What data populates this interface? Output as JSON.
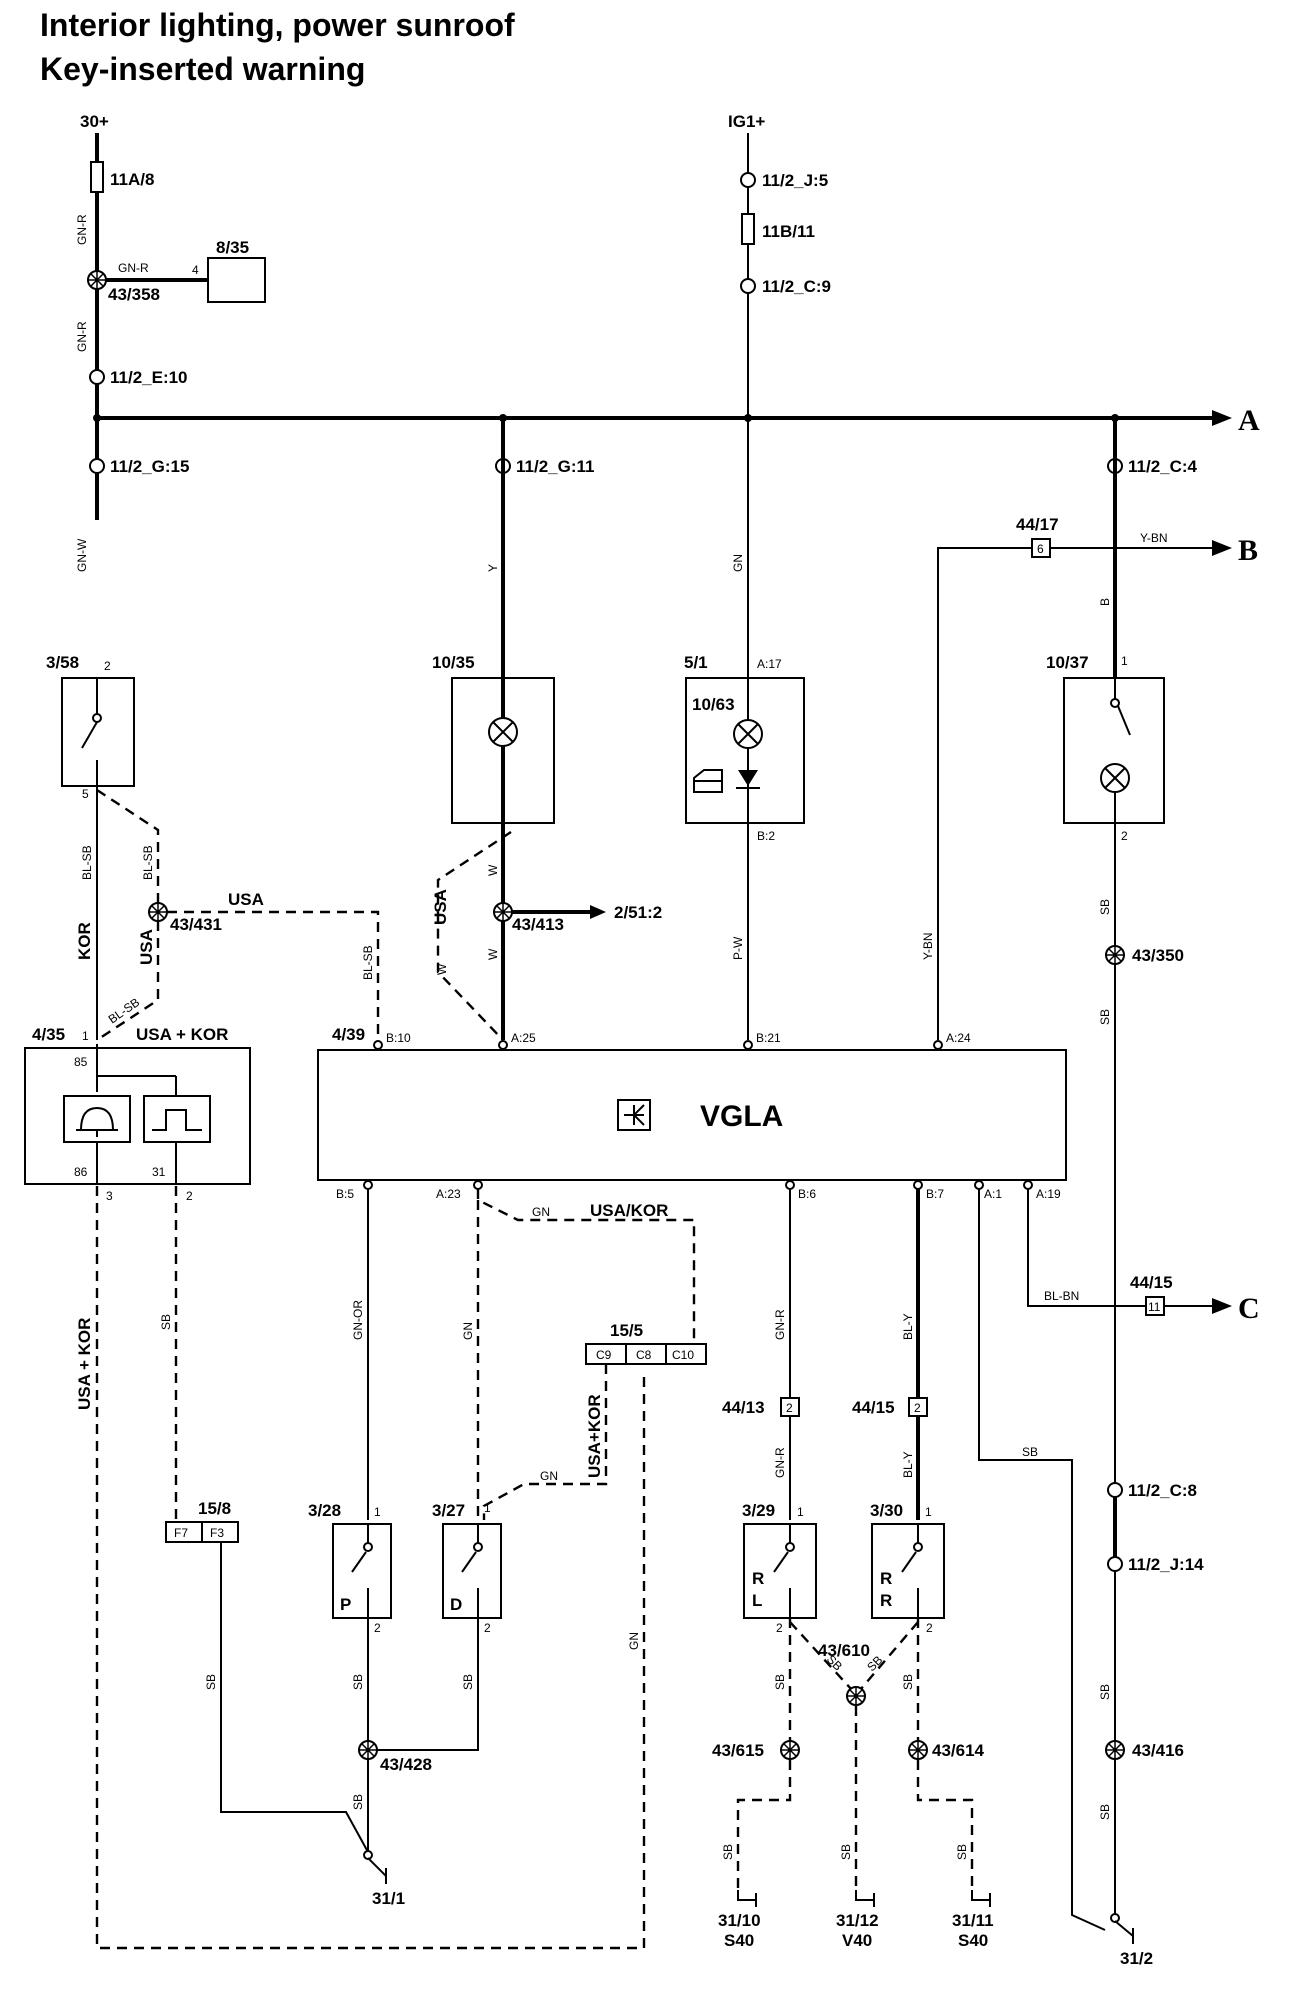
{
  "title": {
    "line1": "Interior lighting, power sunroof",
    "line2": "Key-inserted warning"
  },
  "supplies": {
    "battery": "30+",
    "ignition": "IG1+"
  },
  "fuses": {
    "f1": "11A/8",
    "f2": "11B/11"
  },
  "connectors": {
    "c_j5": "11/2_J:5",
    "c_c9": "11/2_C:9",
    "c_e10": "11/2_E:10",
    "c_g15": "11/2_G:15",
    "c_g11": "11/2_G:11",
    "c_c4": "11/2_C:4",
    "c_c8": "11/2_C:8",
    "c_j14": "11/2_J:14",
    "c_44_17": "44/17",
    "c_44_17_pin": "6",
    "c_44_15a": "44/15",
    "c_44_15a_pin": "11",
    "c_44_13": "44/13",
    "c_44_13_pin": "2",
    "c_44_15b": "44/15",
    "c_44_15b_pin": "2",
    "c_15_5": "15/5",
    "c_15_5_pins": [
      "C9",
      "C8",
      "C10"
    ],
    "c_15_8": "15/8",
    "c_15_8_pins": [
      "F7",
      "F3"
    ]
  },
  "splices": {
    "s358": "43/358",
    "s431": "43/431",
    "s413": "43/413",
    "s350": "43/350",
    "s428": "43/428",
    "s610": "43/610",
    "s615": "43/615",
    "s614": "43/614",
    "s416": "43/416"
  },
  "components": {
    "c8_35": "8/35",
    "c3_58": "3/58",
    "c10_35": "10/35",
    "c5_1": "5/1",
    "c10_63": "10/63",
    "c10_37": "10/37",
    "c4_35": "4/35",
    "c4_35_tag": "USA + KOR",
    "c4_39": "4/39",
    "c3_28": "3/28",
    "c3_27": "3/27",
    "c3_29": "3/29",
    "c3_30": "3/30",
    "module_name": "VGLA",
    "sw_p": "P",
    "sw_d": "D",
    "sw_rl1": "R",
    "sw_rl2": "L",
    "sw_rr1": "R",
    "sw_rr2": "R"
  },
  "grounds": {
    "g31_1": "31/1",
    "g31_10": "31/10",
    "g31_10_sub": "S40",
    "g31_12": "31/12",
    "g31_12_sub": "V40",
    "g31_11": "31/11",
    "g31_11_sub": "S40",
    "g31_2": "31/2"
  },
  "references": {
    "a": "A",
    "b": "B",
    "c": "C",
    "ref_2_51_2": "2/51:2"
  },
  "wire_colors": {
    "gnr1": "GN-R",
    "gnr2": "GN-R",
    "gnr3": "GN-R",
    "gnw": "GN-W",
    "y": "Y",
    "gn_ig": "GN",
    "b": "B",
    "ybn_h": "Y-BN",
    "ybn_v": "Y-BN",
    "blsb1": "BL-SB",
    "blsb2": "BL-SB",
    "blsb3": "BL-SB",
    "blsb4": "BL-SB",
    "w1": "W",
    "w2": "W",
    "w3": "W",
    "pw": "P-W",
    "sb_10_37": "SB",
    "sb_down": "SB",
    "gn_a23": "GN",
    "gnor": "GN-OR",
    "gn_3_27": "GN",
    "gn_3_27b": "GN",
    "gnr_b6": "GN-R",
    "gnr_b6b": "GN-R",
    "bly_b7": "BL-Y",
    "bly_b7b": "BL-Y",
    "blbn": "BL-BN",
    "sb_a1": "SB",
    "sb_4_35": "SB",
    "sb_15_8": "SB",
    "sb_3_28": "SB",
    "sb_3_27": "SB",
    "sb_428": "SB",
    "sb_3_29": "SB",
    "sb_3_30": "SB",
    "sb_610a": "SB",
    "sb_610b": "SB",
    "sb_615": "SB",
    "sb_610c": "SB",
    "sb_614": "SB",
    "sb_416": "SB",
    "sb_416b": "SB",
    "gn_15_5": "GN"
  },
  "market_labels": {
    "kor": "KOR",
    "usa1": "USA",
    "usa2": "USA",
    "usa3": "USA",
    "usa_kor1": "USA/KOR",
    "usa_kor2": "USA + KOR",
    "usa_kor3": "USA+KOR"
  },
  "pins": {
    "p3_58_2": "2",
    "p3_58_5": "5",
    "p10_37_1": "1",
    "p10_37_2": "2",
    "p5_1_a17": "A:17",
    "p5_1_b2": "B:2",
    "p4_35_1": "1",
    "p4_35_85": "85",
    "p4_35_86": "86",
    "p4_35_31": "31",
    "p4_35_3": "3",
    "p4_35_2": "2",
    "p8_35_4": "4",
    "m_b10": "B:10",
    "m_a25": "A:25",
    "m_b21": "B:21",
    "m_a24": "A:24",
    "m_b5": "B:5",
    "m_a23": "A:23",
    "m_b6": "B:6",
    "m_b7": "B:7",
    "m_a1": "A:1",
    "m_a19": "A:19",
    "s1a": "1",
    "s2a": "2",
    "s1b": "1",
    "s2b": "2",
    "s1c": "1",
    "s2c": "2",
    "s1d": "1",
    "s2d": "2"
  }
}
